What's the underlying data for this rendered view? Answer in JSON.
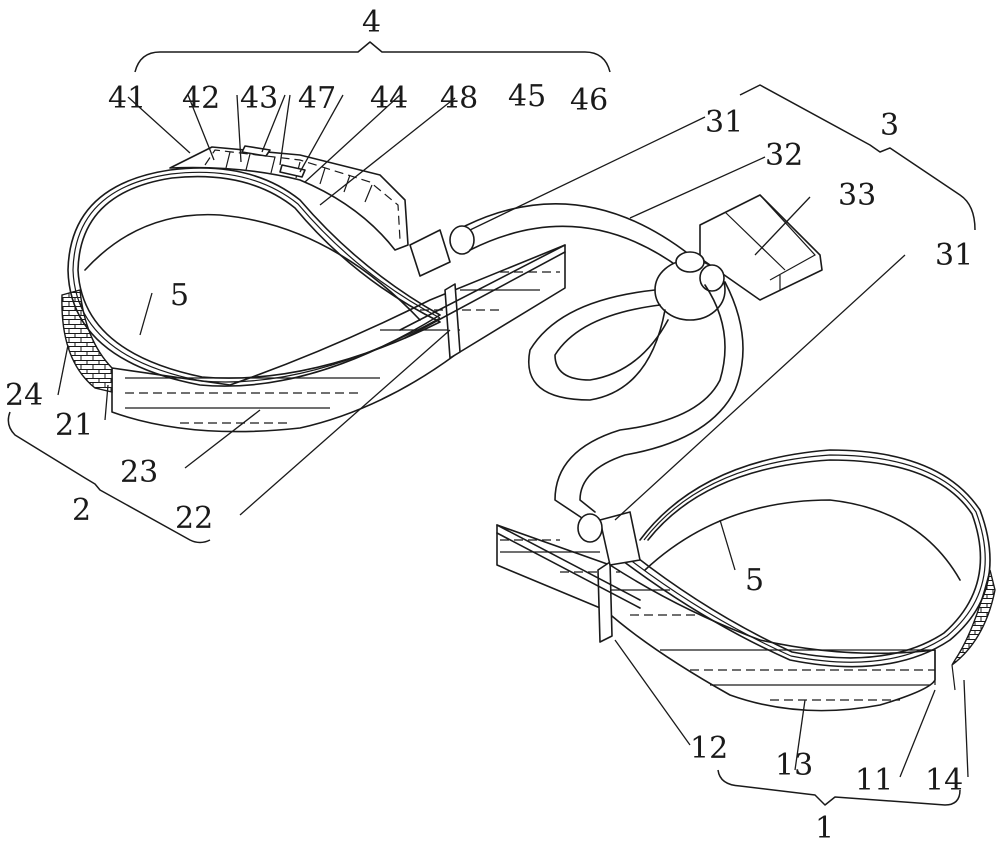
{
  "figure": {
    "type": "patent line drawing",
    "description": "Pair of loop-shaped bands connected by a hose with a central junction and connector block",
    "labels": {
      "group_4": "4",
      "l41": "41",
      "l42": "42",
      "l43": "43",
      "l47": "47",
      "l44": "44",
      "l48": "48",
      "l45": "45",
      "l46": "46",
      "group_3": "3",
      "l31_upper": "31",
      "l32": "32",
      "l33": "33",
      "l31_lower": "31",
      "l5_left": "5",
      "l5_right": "5",
      "l24": "24",
      "l21": "21",
      "l23": "23",
      "l22": "22",
      "group_2": "2",
      "l12": "12",
      "l13": "13",
      "l11": "11",
      "l14": "14",
      "group_1": "1"
    }
  }
}
